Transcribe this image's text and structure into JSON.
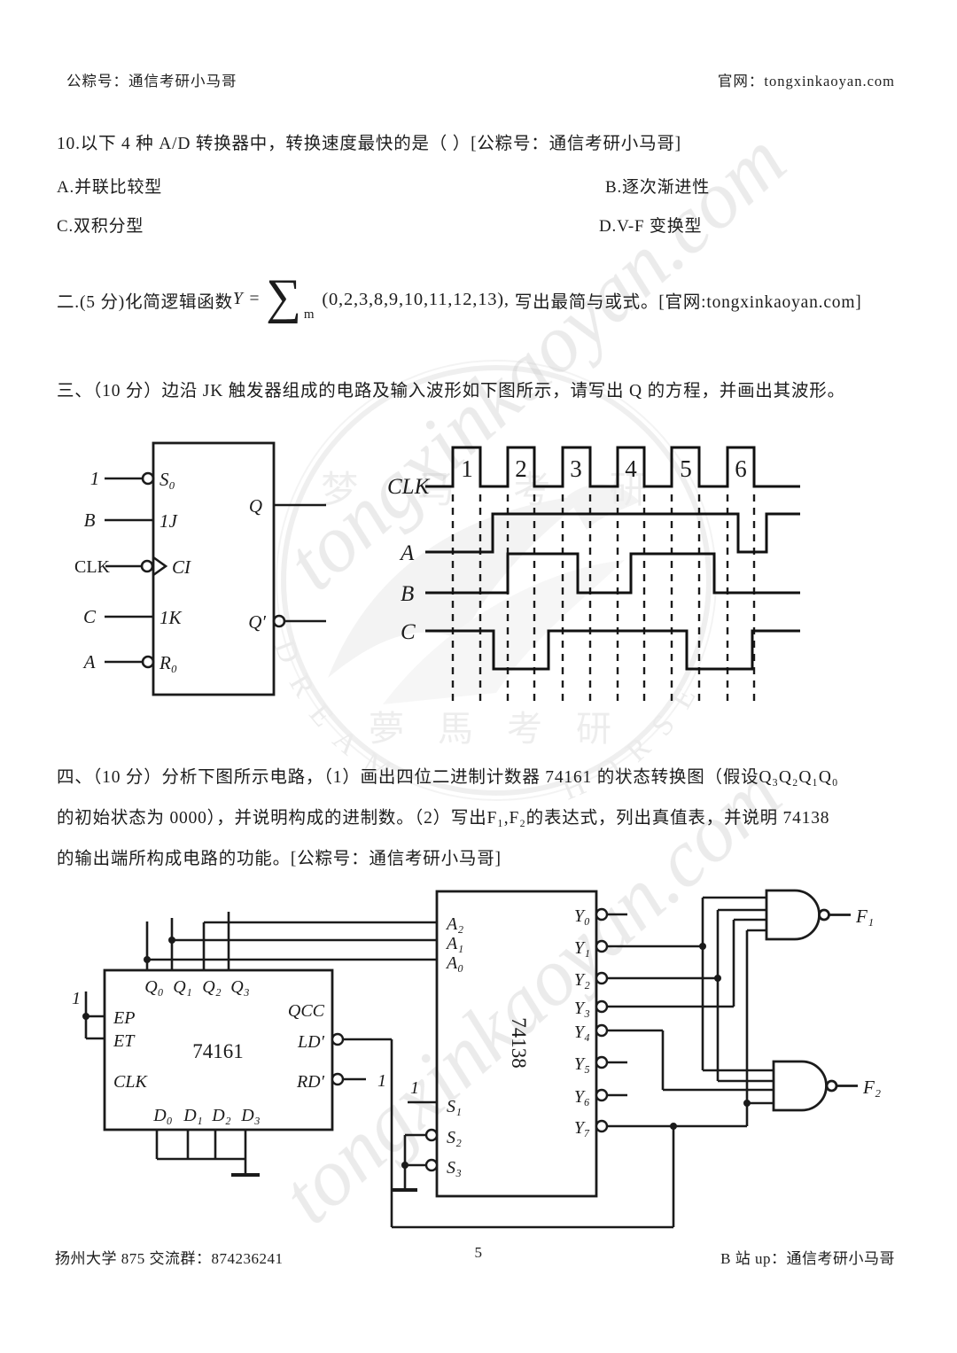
{
  "header": {
    "left": "公粽号：通信考研小马哥",
    "right": "官网：tongxinkaoyan.com"
  },
  "q10": {
    "stem": "10.以下 4 种 A/D 转换器中，转换速度最快的是（        ）[公粽号：通信考研小马哥]",
    "options": [
      {
        "label": "A.并联比较型"
      },
      {
        "label": "B.逐次渐进性"
      },
      {
        "label": "C.双积分型"
      },
      {
        "label": "D.V-F 变换型"
      }
    ]
  },
  "q2": {
    "prefix": "二.(5 分)化简逻辑函数",
    "lhs": "Y =",
    "sigma": "∑",
    "sigma_sub": "m",
    "terms": "(0,2,3,8,9,10,11,12,13),",
    "suffix": "写出最简与或式。[官网:tongxinkaoyan.com]"
  },
  "q3": {
    "text": "三、（10 分）边沿 JK 触发器组成的电路及输入波形如下图所示，请写出 Q 的方程，并画出其波形。"
  },
  "jk": {
    "sources": {
      "s0": "1",
      "j": "B",
      "clk": "CLK",
      "k": "C",
      "r0": "A"
    },
    "pins": {
      "s0": "S₀",
      "j": "1J",
      "ci": "CI",
      "k": "1K",
      "r0": "R₀",
      "q": "Q",
      "qn": "Q′"
    }
  },
  "waveform": {
    "clk_label": "CLK",
    "pulse_numbers": [
      "1",
      "2",
      "3",
      "4",
      "5",
      "6"
    ],
    "signal_labels": [
      "A",
      "B",
      "C"
    ],
    "dashed_gridlines": 12,
    "logic_description": {
      "A": "low, rises after pulse1, high through pulse6 with a short low notch inside pulse 6, then high",
      "B": "low, high from pulse2 rising edge to mid pulse3, high again mid pulse4 to after pulse5",
      "C": "high, low between pulse1 and pulse2 to before pulse3, high, low from mid pulse5 to end of pulse6, then high"
    }
  },
  "q4": {
    "line1": "四、（10 分）分析下图所示电路，（1）画出四位二进制计数器 74161 的状态转换图（假设Q₃Q₂Q₁Q₀",
    "line2": "的初始状态为 0000），并说明构成的进制数。（2）写出F₁,F₂的表达式，列出真值表，并说明 74138",
    "line3": "的输出端所构成电路的功能。[公粽号：通信考研小马哥]"
  },
  "counter": {
    "u1": {
      "name": "74161",
      "top_pins": [
        "Q₀",
        "Q₁",
        "Q₂",
        "Q₃"
      ],
      "left_pins": [
        "EP",
        "ET",
        "CLK"
      ],
      "right_pins": [
        "QCC",
        "LD′",
        "RD′"
      ],
      "bottom_pins": [
        "D₀",
        "D₁",
        "D₂",
        "D₃"
      ],
      "en_const": "1",
      "rd_const": "1"
    },
    "u2": {
      "name": "74138",
      "left_pins": [
        "A₂",
        "A₁",
        "A₀",
        "S₁",
        "S₂",
        "S₃"
      ],
      "s1_const": "1",
      "y_pins": [
        "Y₀",
        "Y₁",
        "Y₂",
        "Y₃",
        "Y₄",
        "Y₅",
        "Y₆",
        "Y₇"
      ]
    },
    "gates": {
      "f1": "F₁",
      "f2": "F₂"
    }
  },
  "footer": {
    "left": "扬州大学 875 交流群：874236241",
    "page": "5",
    "right": "B 站 up：通信考研小马哥"
  },
  "watermark": {
    "diagonal_text": "tongxinkaoyan.com",
    "chars_top": "梦 马 考 研",
    "chars_bottom": "夢 馬 考 研",
    "arc_left": "DREAM",
    "arc_right": "HORSE"
  }
}
